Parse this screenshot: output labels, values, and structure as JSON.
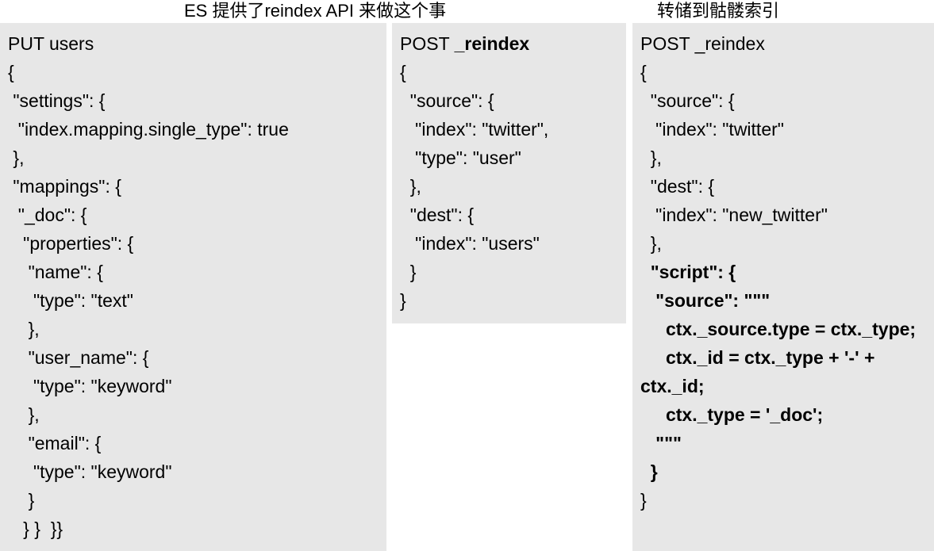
{
  "titles": {
    "left": "ES 提供了reindex API 来做这个事",
    "right": "转储到骷髅索引"
  },
  "panels": [
    {
      "name": "put-users-mapping",
      "header": "PUT users",
      "lines": [
        "PUT users",
        "{",
        " \"settings\": {",
        "  \"index.mapping.single_type\": true",
        " },",
        " \"mappings\": {",
        "  \"_doc\": {",
        "   \"properties\": {",
        "    \"name\": {",
        "     \"type\": \"text\"",
        "    },",
        "    \"user_name\": {",
        "     \"type\": \"keyword\"",
        "    },",
        "    \"email\": {",
        "     \"type\": \"keyword\"",
        "    }",
        "   } }  }}"
      ]
    },
    {
      "name": "post-reindex-simple",
      "header_plain": "POST ",
      "header_bold": "_reindex",
      "lines": [
        "{",
        "  \"source\": {",
        "   \"index\": \"twitter\",",
        "   \"type\": \"user\"",
        "  },",
        "  \"dest\": {",
        "   \"index\": \"users\"",
        "  }",
        "}"
      ]
    },
    {
      "name": "post-reindex-script",
      "lines": [
        {
          "text": "POST _reindex",
          "bold": false
        },
        {
          "text": "{",
          "bold": false
        },
        {
          "text": "  \"source\": {",
          "bold": false
        },
        {
          "text": "   \"index\": \"twitter\"",
          "bold": false
        },
        {
          "text": "  },",
          "bold": false
        },
        {
          "text": "  \"dest\": {",
          "bold": false
        },
        {
          "text": "   \"index\": \"new_twitter\"",
          "bold": false
        },
        {
          "text": "  },",
          "bold": false
        },
        {
          "text": "  \"script\": {",
          "bold": true
        },
        {
          "text": "   \"source\": \"\"\"",
          "bold": true
        },
        {
          "text": "     ctx._source.type = ctx._type;",
          "bold": true
        },
        {
          "text": "     ctx._id = ctx._type + '-' + ctx._id;",
          "bold": true
        },
        {
          "text": "     ctx._type = '_doc';",
          "bold": true
        },
        {
          "text": "   \"\"\"",
          "bold": true
        },
        {
          "text": "  }",
          "bold": true
        },
        {
          "text": "}",
          "bold": false
        }
      ]
    }
  ]
}
